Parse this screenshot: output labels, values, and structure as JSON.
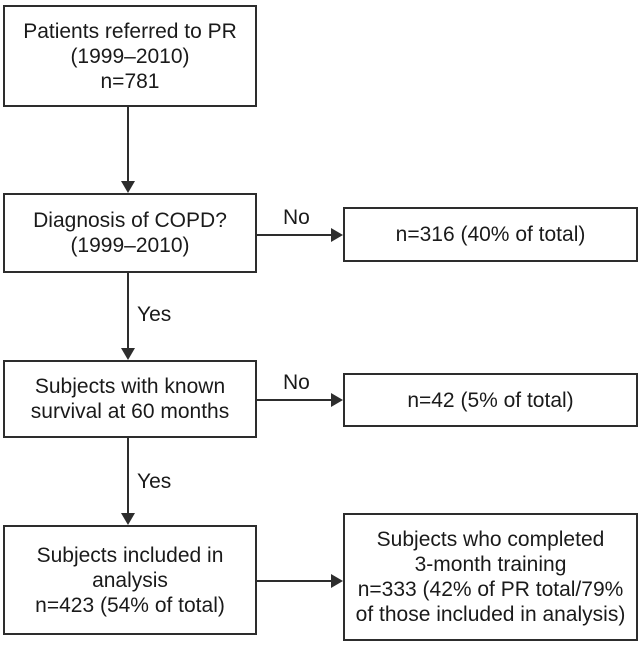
{
  "figure": {
    "type": "flowchart",
    "background_color": "#ffffff",
    "line_color": "#2d2d2d",
    "text_color": "#1a1a1a"
  },
  "nodes": {
    "referred": {
      "lines": [
        "Patients referred to PR",
        "(1999–2010)",
        "n=781"
      ]
    },
    "copd_question": {
      "lines": [
        "Diagnosis of COPD?",
        "(1999–2010)"
      ]
    },
    "excluded_no_copd": {
      "lines": [
        "n=316 (40% of total)"
      ]
    },
    "survival_known": {
      "lines": [
        "Subjects with known",
        "survival at 60 months"
      ]
    },
    "excluded_no_survival": {
      "lines": [
        "n=42 (5% of total)"
      ]
    },
    "included_analysis": {
      "lines": [
        "Subjects included in",
        "analysis",
        "n=423 (54% of total)"
      ]
    },
    "completed_training": {
      "lines": [
        "Subjects who completed",
        "3-month training",
        "n=333 (42% of PR total/79%",
        "of those included in analysis)"
      ]
    }
  },
  "edge_labels": {
    "copd_no": "No",
    "copd_yes": "Yes",
    "survival_no": "No",
    "survival_yes": "Yes"
  }
}
